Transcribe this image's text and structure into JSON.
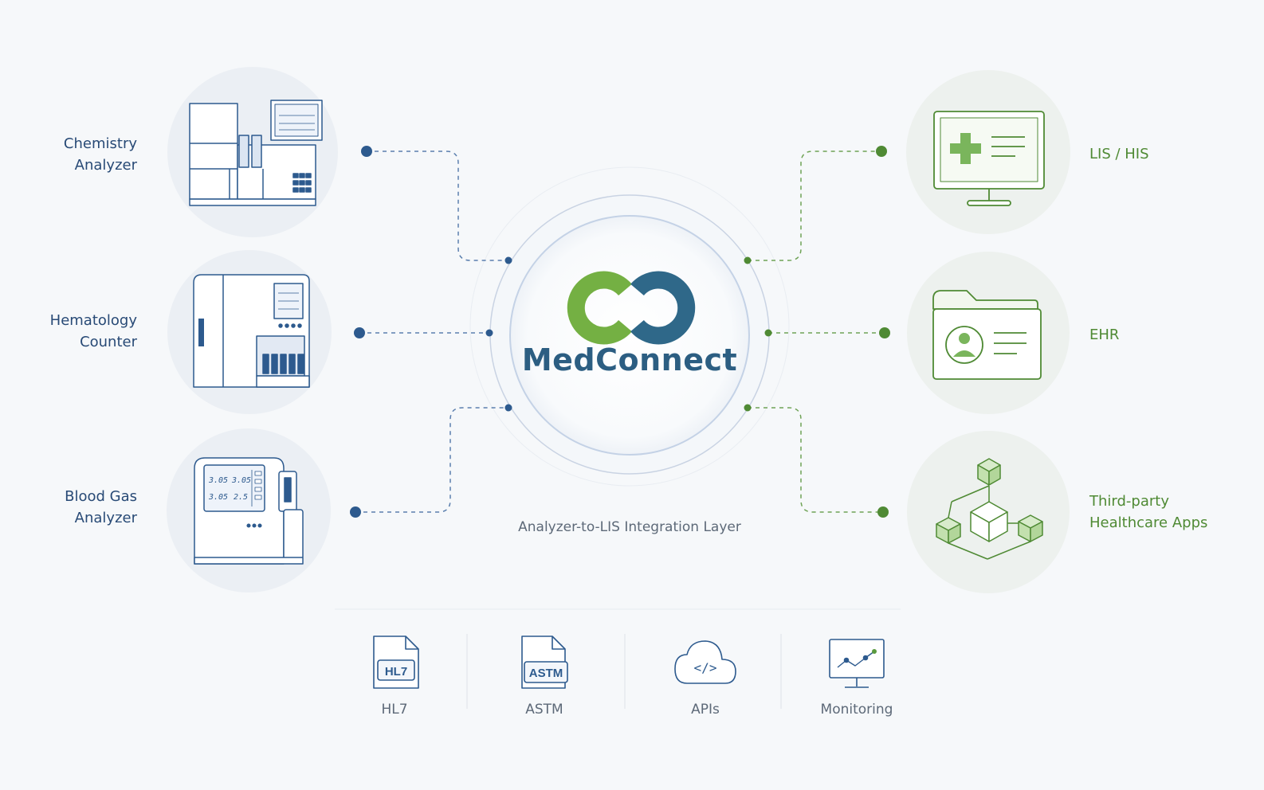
{
  "brand": {
    "name": "MedConnect",
    "tagline": "Analyzer-to-LIS Integration Layer",
    "colors": {
      "green": "#74b043",
      "blue": "#2f6889",
      "text": "#2c5e82"
    }
  },
  "sources": [
    {
      "line1": "Chemistry",
      "line2": "Analyzer",
      "icon": "chemistry-analyzer-icon"
    },
    {
      "line1": "Hematology",
      "line2": "Counter",
      "icon": "hematology-counter-icon"
    },
    {
      "line1": "Blood Gas",
      "line2": "Analyzer",
      "icon": "blood-gas-analyzer-icon"
    }
  ],
  "destinations": [
    {
      "line1": "LIS / HIS",
      "line2": "",
      "icon": "lis-monitor-icon"
    },
    {
      "line1": "EHR",
      "line2": "",
      "icon": "ehr-folder-icon"
    },
    {
      "line1": "Third-party",
      "line2": "Healthcare Apps",
      "icon": "apps-cubes-icon"
    }
  ],
  "features": [
    {
      "label": "HL7",
      "badge": "HL7",
      "icon": "hl7-file-icon"
    },
    {
      "label": "ASTM",
      "badge": "ASTM",
      "icon": "astm-file-icon"
    },
    {
      "label": "APIs",
      "badge": "</>",
      "icon": "cloud-api-icon"
    },
    {
      "label": "Monitoring",
      "badge": "",
      "icon": "monitoring-screen-icon"
    }
  ],
  "analyzer_screens": {
    "blood_gas_values": [
      "3.05",
      "3.05",
      "3.05",
      "2.5"
    ]
  },
  "colors": {
    "left_accent": "#2d5a8e",
    "right_accent": "#5a9a3e",
    "background": "#f6f8fa"
  }
}
